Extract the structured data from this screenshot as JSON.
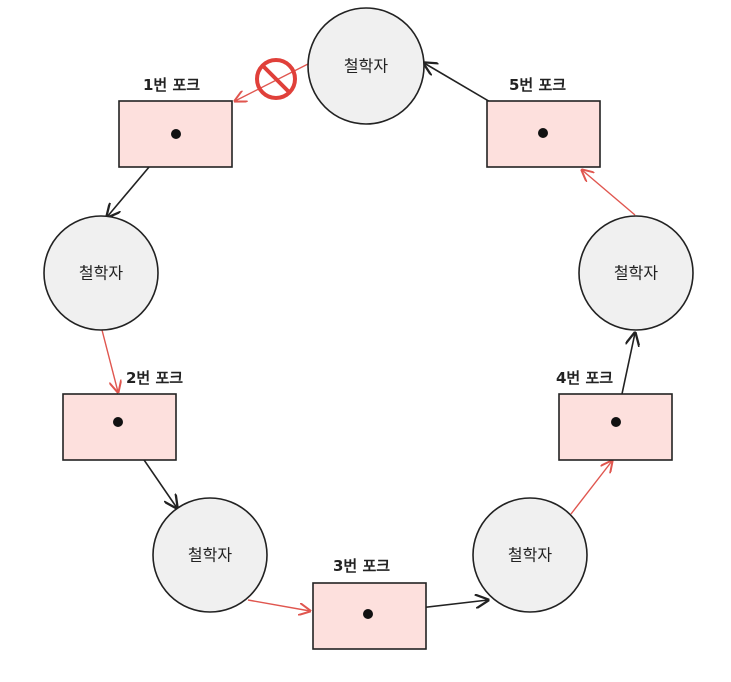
{
  "philosophers": {
    "top": "철학자",
    "left_upper": "철학자",
    "left_lower": "철학자",
    "bottom_right": "철학자",
    "right": "철학자"
  },
  "forks": {
    "fork1": "1번 포크",
    "fork2": "2번 포크",
    "fork3": "3번 포크",
    "fork4": "4번 포크",
    "fork5": "5번 포크"
  },
  "colors": {
    "fork_fill": "#fde0dd",
    "node_fill": "#f0f0f0",
    "request_edge": "#e0564f",
    "hold_edge": "#222222",
    "blocked": "#e0403a"
  },
  "icons": {
    "blocked": "no-entry-icon"
  }
}
